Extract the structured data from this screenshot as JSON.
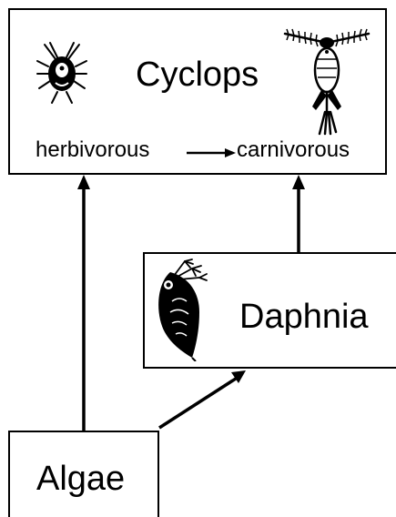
{
  "nodes": {
    "cyclops": {
      "name": "Cyclops",
      "diet_from": "herbivorous",
      "diet_to": "carnivorous"
    },
    "daphnia": {
      "name": "Daphnia"
    },
    "algae": {
      "name": "Algae"
    }
  },
  "edges": [
    {
      "from": "algae",
      "to": "cyclops"
    },
    {
      "from": "algae",
      "to": "daphnia"
    },
    {
      "from": "daphnia",
      "to": "cyclops"
    }
  ],
  "icons": [
    "cyclops-juvenile-icon",
    "cyclops-adult-icon",
    "daphnia-icon"
  ],
  "colors": {
    "ink": "#000000",
    "background": "#ffffff"
  }
}
